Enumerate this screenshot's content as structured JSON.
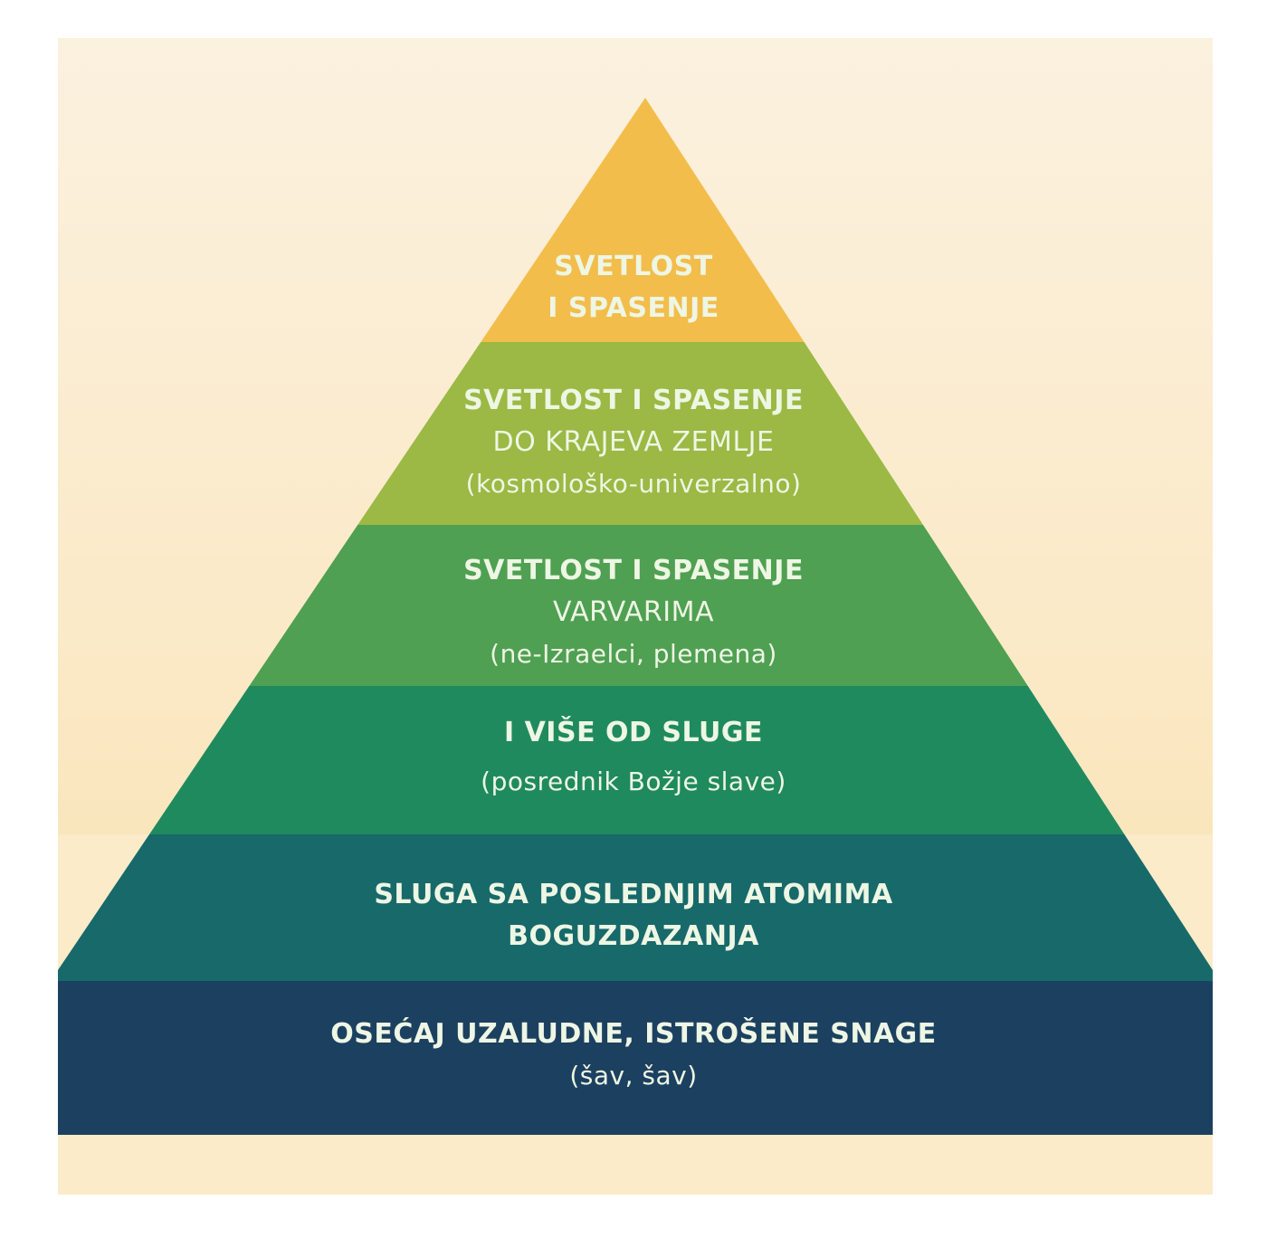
{
  "levels": [
    {
      "lines": [
        "SVETLOST",
        "I SPASENJE"
      ],
      "sub": "",
      "color": "#f2bd4b"
    },
    {
      "lines": [
        "SVETLOST I SPASENJE",
        "DO KRAJEVA ZEMLJE"
      ],
      "sub": "(kosmološko-univerzalno)",
      "color": "#9bb944"
    },
    {
      "lines": [
        "SVETLOST I SPASENJE",
        "VARVARIMA"
      ],
      "sub": "(ne-Izraelci, plemena)",
      "color": "#4fa052"
    },
    {
      "lines": [
        "I VIŠE OD SLUGE"
      ],
      "sub": "(posrednik Božje slave)",
      "color": "#1f8a5e"
    },
    {
      "lines": [
        "SLUGA SA POSLEDNJIM ATOMIMA",
        "BOGUZDAZANJA"
      ],
      "sub": "",
      "color": "#17696a"
    },
    {
      "lines": [
        "OSEĆAJ UZALUDNE, ISTROŠENE SNAGE"
      ],
      "sub": "(šav,  šav)",
      "color": "#1c4060"
    }
  ]
}
